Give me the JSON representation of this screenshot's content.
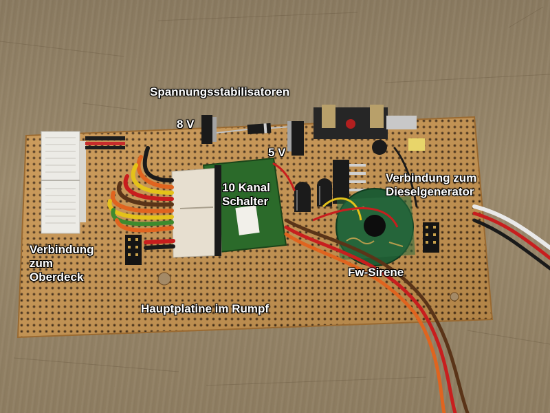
{
  "photo": {
    "colors": {
      "workbench": "#9a896c",
      "board": "#c8944f",
      "copper_dot": "#6b4a24",
      "label_text": "#ffffff",
      "wire_orange": "#e0641f",
      "wire_red": "#c81e1e",
      "wire_yellow": "#e4c21a",
      "wire_green": "#3e8a2e",
      "wire_brown": "#5a3418",
      "wire_black": "#1a1a1a"
    }
  },
  "labels": {
    "spannungsstabilisatoren": "Spannungsstabilisatoren",
    "v8": "8 V",
    "v5": "5 V",
    "kanal_schalter_line1": "10 Kanal",
    "kanal_schalter_line2": "Schalter",
    "diesel_line1": "Verbindung zum",
    "diesel_line2": "Dieselgenerator",
    "oberdeck_line1": "Verbindung",
    "oberdeck_line2": "zum",
    "oberdeck_line3": "Oberdeck",
    "sirene": "Fw-Sirene",
    "hauptplatine": "Hauptplatine im Rumpf"
  }
}
